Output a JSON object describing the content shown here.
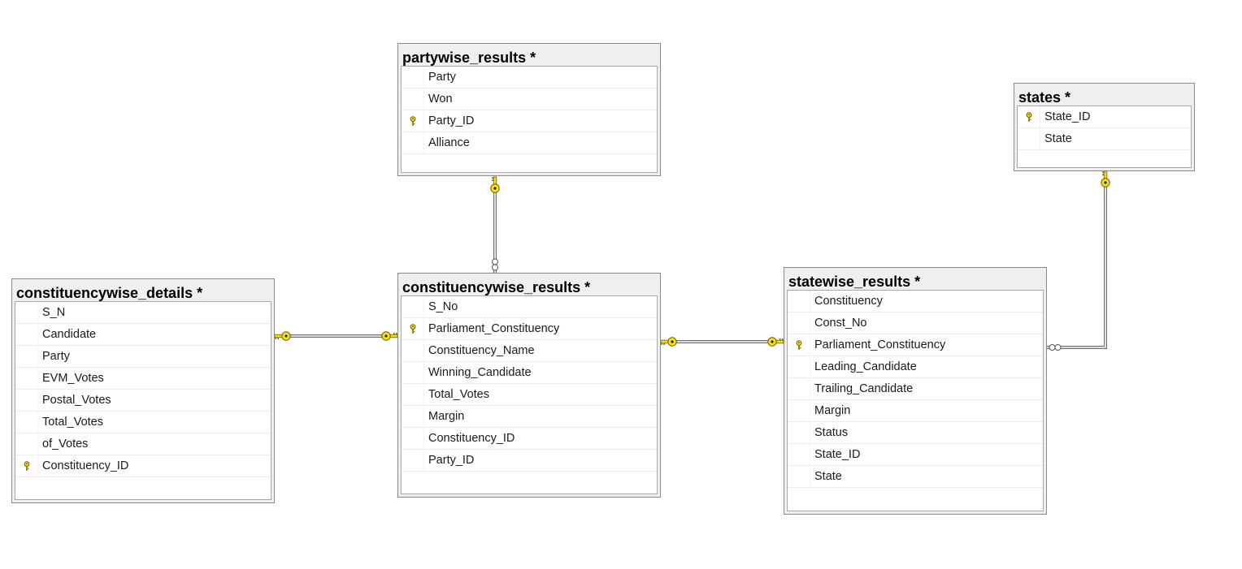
{
  "tables": [
    {
      "id": "partywise_results",
      "title": "partywise_results *",
      "fields": [
        {
          "name": "Party",
          "key": false
        },
        {
          "name": "Won",
          "key": false
        },
        {
          "name": "Party_ID",
          "key": true
        },
        {
          "name": "Alliance",
          "key": false
        }
      ]
    },
    {
      "id": "states",
      "title": "states *",
      "fields": [
        {
          "name": "State_ID",
          "key": true
        },
        {
          "name": "State",
          "key": false
        }
      ]
    },
    {
      "id": "constituencywise_details",
      "title": "constituencywise_details *",
      "fields": [
        {
          "name": "S_N",
          "key": false
        },
        {
          "name": "Candidate",
          "key": false
        },
        {
          "name": "Party",
          "key": false
        },
        {
          "name": "EVM_Votes",
          "key": false
        },
        {
          "name": "Postal_Votes",
          "key": false
        },
        {
          "name": "Total_Votes",
          "key": false
        },
        {
          "name": "of_Votes",
          "key": false
        },
        {
          "name": "Constituency_ID",
          "key": true
        }
      ]
    },
    {
      "id": "constituencywise_results",
      "title": "constituencywise_results *",
      "fields": [
        {
          "name": "S_No",
          "key": false
        },
        {
          "name": "Parliament_Constituency",
          "key": true
        },
        {
          "name": "Constituency_Name",
          "key": false
        },
        {
          "name": "Winning_Candidate",
          "key": false
        },
        {
          "name": "Total_Votes",
          "key": false
        },
        {
          "name": "Margin",
          "key": false
        },
        {
          "name": "Constituency_ID",
          "key": false
        },
        {
          "name": "Party_ID",
          "key": false
        }
      ]
    },
    {
      "id": "statewise_results",
      "title": "statewise_results *",
      "fields": [
        {
          "name": "Constituency",
          "key": false
        },
        {
          "name": "Const_No",
          "key": false
        },
        {
          "name": "Parliament_Constituency",
          "key": true
        },
        {
          "name": "Leading_Candidate",
          "key": false
        },
        {
          "name": "Trailing_Candidate",
          "key": false
        },
        {
          "name": "Margin",
          "key": false
        },
        {
          "name": "Status",
          "key": false
        },
        {
          "name": "State_ID",
          "key": false
        },
        {
          "name": "State",
          "key": false
        }
      ]
    }
  ],
  "relationships": [
    {
      "from": "partywise_results",
      "to": "constituencywise_results",
      "from_end": "key",
      "to_end": "many"
    },
    {
      "from": "constituencywise_details",
      "to": "constituencywise_results",
      "from_end": "key",
      "to_end": "key"
    },
    {
      "from": "constituencywise_results",
      "to": "statewise_results",
      "from_end": "key",
      "to_end": "key"
    },
    {
      "from": "states",
      "to": "statewise_results",
      "from_end": "key",
      "to_end": "many"
    }
  ],
  "colors": {
    "key_icon_fill": "#f5e11b",
    "key_icon_stroke": "#6d5a00",
    "connector_line": "#6e6e6e"
  }
}
